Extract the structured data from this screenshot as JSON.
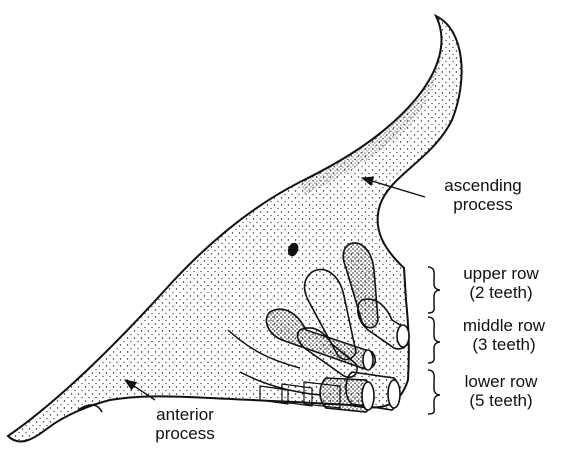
{
  "labels": {
    "ascending_process": [
      "ascending",
      "process"
    ],
    "upper_row": [
      "upper row",
      "(2 teeth)"
    ],
    "middle_row": [
      "middle row",
      "(3 teeth)"
    ],
    "lower_row": [
      "lower row",
      "(5 teeth)"
    ],
    "anterior_process": [
      "anterior",
      "process"
    ]
  },
  "colors": {
    "ink": "#111111",
    "paper": "#ffffff"
  }
}
